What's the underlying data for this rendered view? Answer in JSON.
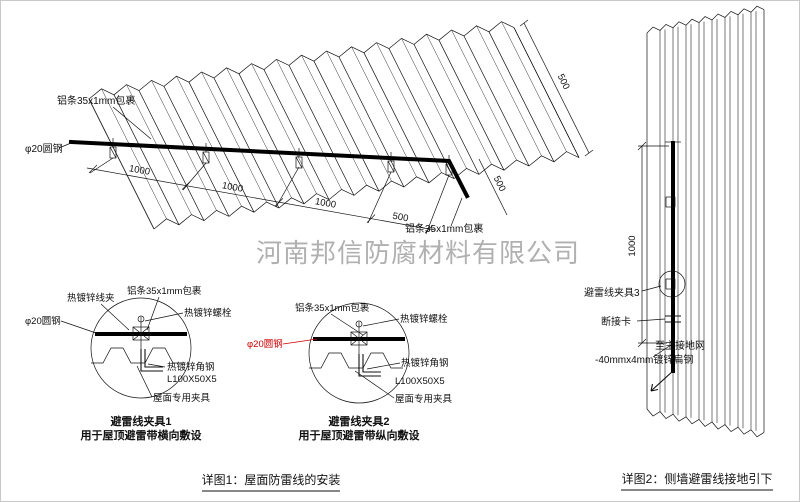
{
  "watermark": "河南邦信防腐材料有限公司",
  "roof": {
    "label_al_strip": "铝条35x1mm包裹",
    "label_round_steel": "φ20圆钢",
    "dim_1000": "1000",
    "dim_500": "500"
  },
  "detail1": {
    "title": "避雷线夹具1",
    "subtitle": "用于屋顶避雷带横向敷设",
    "label_wire_clip": "热镀锌线夹",
    "label_al_strip": "铝条35x1mm包裹",
    "label_bolt": "热镀锌螺栓",
    "label_round_steel": "φ20圆钢",
    "label_angle_steel": "热镀锌角钢",
    "label_angle_spec": "L100X50X5",
    "label_roof_clamp": "屋面专用夹具"
  },
  "detail2": {
    "title": "避雷线夹具2",
    "subtitle": "用于屋顶避雷带纵向敷设",
    "label_al_strip": "铝条35x1mm包裹",
    "label_bolt": "热镀锌螺栓",
    "label_round_steel": "φ20圆钢",
    "label_angle_steel": "热镀锌角钢",
    "label_angle_spec": "L100X50X5",
    "label_roof_clamp": "屋面专用夹具"
  },
  "wall": {
    "label_clamp3": "避雷线夹具3",
    "label_disconnect": "断接卡",
    "label_to_ground": "至主接地网",
    "label_flat_steel": "-40mmx4mm镀锌扁钢",
    "dim_1000": "1000"
  },
  "captions": {
    "detail1": "详图1：屋面防雷线的安装",
    "detail2": "详图2：侧墙避雷线接地引下"
  },
  "colors": {
    "line": "#111111",
    "red": "#cc0000",
    "watermark": "#a8a8a8"
  }
}
